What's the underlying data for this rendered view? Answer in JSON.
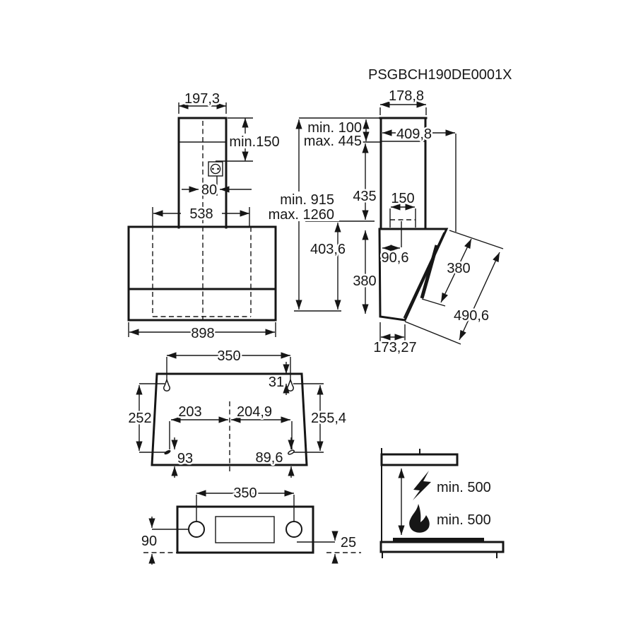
{
  "title": "PSGBCH190DE0001X",
  "front_view": {
    "chimney_width": "197,3",
    "chimney_telescopic_height": "min.150",
    "socket_offset": "80",
    "bracket_span": "538",
    "hood_width": "898"
  },
  "side_view": {
    "chimney_depth": "178,8",
    "telescopic_min": "min. 100",
    "telescopic_max": "max. 445",
    "total_depth": "409,8",
    "chimney_section_height": "435",
    "mount_height_min": "min. 915",
    "mount_height_max": "max. 1260",
    "duct_width": "150",
    "body_height": "403,6",
    "duct_offset": "90,6",
    "glass_panel_length": "380",
    "rear_height": "380",
    "front_diagonal": "490,6",
    "base_depth": "173,27"
  },
  "mounting_plate": {
    "top_holes_span": "350",
    "hole_edge_offset": "31",
    "left_holes_distance": "252",
    "left_hole_to_center": "203",
    "right_hole_to_center": "204,9",
    "right_holes_distance": "255,4",
    "bottom_left_offset": "93",
    "bottom_right_offset": "89,6"
  },
  "bottom_view": {
    "holes_span": "350",
    "left_offset": "90",
    "right_offset": "25"
  },
  "clearance": {
    "electric_min": "min. 500",
    "gas_min": "min. 500"
  }
}
